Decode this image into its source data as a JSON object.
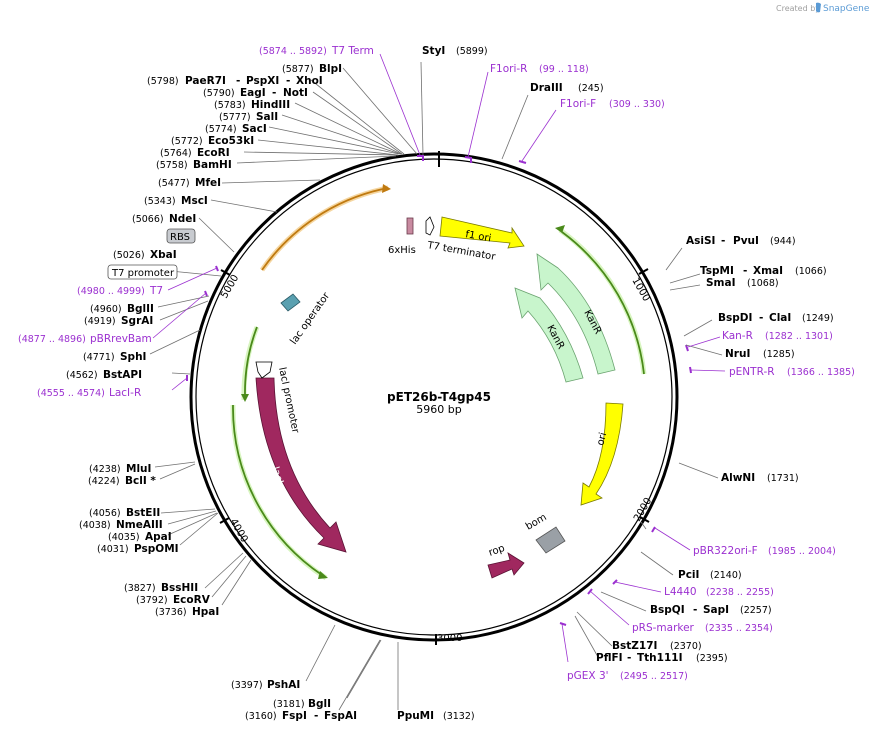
{
  "plasmid": {
    "name": "pET26b-T4gp45",
    "length_label": "5960 bp",
    "length_bp": 5960
  },
  "credit": {
    "prefix": "Created by",
    "brand": "SnapGene"
  },
  "ticks": [
    "1000",
    "2000",
    "3000",
    "4000",
    "5000"
  ],
  "sites": [
    {
      "name": "StyI",
      "pos": "(5899)"
    },
    {
      "name": "DraIII",
      "pos": "(245)"
    },
    {
      "name": "AsiSI",
      "name2": "PvuI",
      "pos": "(944)"
    },
    {
      "name": "TspMI",
      "name2": "XmaI",
      "pos": "(1066)"
    },
    {
      "name": "SmaI",
      "pos": "(1068)"
    },
    {
      "name": "BspDI",
      "name2": "ClaI",
      "pos": "(1249)"
    },
    {
      "name": "NruI",
      "pos": "(1285)"
    },
    {
      "name": "AlwNI",
      "pos": "(1731)"
    },
    {
      "name": "PciI",
      "pos": "(2140)"
    },
    {
      "name": "BspQI",
      "name2": "SapI",
      "pos": "(2257)"
    },
    {
      "name": "BstZ17I",
      "pos": "(2370)"
    },
    {
      "name": "PflFI",
      "name2": "Tth111I",
      "pos": "(2395)"
    },
    {
      "name": "PpuMI",
      "pos": "(3132)"
    },
    {
      "name": "BglI",
      "pos": "(3181)"
    },
    {
      "name": "FspI",
      "name2": "FspAI",
      "pos": "(3160)"
    },
    {
      "name": "PshAI",
      "pos": "(3397)"
    },
    {
      "name": "HpaI",
      "pos": "(3736)"
    },
    {
      "name": "EcoRV",
      "pos": "(3792)"
    },
    {
      "name": "BssHII",
      "pos": "(3827)"
    },
    {
      "name": "PspOMI",
      "pos": "(4031)"
    },
    {
      "name": "ApaI",
      "pos": "(4035)"
    },
    {
      "name": "NmeAIII",
      "pos": "(4038)"
    },
    {
      "name": "BstEII",
      "pos": "(4056)"
    },
    {
      "name": "BclI *",
      "pos": "(4224)"
    },
    {
      "name": "MluI",
      "pos": "(4238)"
    },
    {
      "name": "BstAPI",
      "pos": "(4562)"
    },
    {
      "name": "SphI",
      "pos": "(4771)"
    },
    {
      "name": "SgrAI",
      "pos": "(4919)"
    },
    {
      "name": "BglII",
      "pos": "(4960)"
    },
    {
      "name": "XbaI",
      "pos": "(5026)"
    },
    {
      "name": "NdeI",
      "pos": "(5066)"
    },
    {
      "name": "MscI",
      "pos": "(5343)"
    },
    {
      "name": "MfeI",
      "pos": "(5477)"
    },
    {
      "name": "BamHI",
      "pos": "(5758)"
    },
    {
      "name": "EcoRI",
      "pos": "(5764)"
    },
    {
      "name": "Eco53kI",
      "pos": "(5772)"
    },
    {
      "name": "SacI",
      "pos": "(5774)"
    },
    {
      "name": "SalI",
      "pos": "(5777)"
    },
    {
      "name": "HindIII",
      "pos": "(5783)"
    },
    {
      "name": "EagI",
      "name2": "NotI",
      "pos": "(5790)"
    },
    {
      "name": "PaeR7I",
      "name2": "PspXI",
      "name3": "XhoI",
      "pos": "(5798)"
    },
    {
      "name": "BlpI",
      "pos": "(5877)"
    }
  ],
  "primers": [
    {
      "name": "T7 Term",
      "range": "(5874 .. 5892)"
    },
    {
      "name": "F1ori-R",
      "range": "(99 .. 118)"
    },
    {
      "name": "F1ori-F",
      "range": "(309 .. 330)"
    },
    {
      "name": "Kan-R",
      "range": "(1282 .. 1301)"
    },
    {
      "name": "pENTR-R",
      "range": "(1366 .. 1385)"
    },
    {
      "name": "pBR322ori-F",
      "range": "(1985 .. 2004)"
    },
    {
      "name": "L4440",
      "range": "(2238 .. 2255)"
    },
    {
      "name": "pRS-marker",
      "range": "(2335 .. 2354)"
    },
    {
      "name": "pGEX 3'",
      "range": "(2495 .. 2517)"
    },
    {
      "name": "LacI-R",
      "range": "(4555 .. 4574)"
    },
    {
      "name": "pBRrevBam",
      "range": "(4877 .. 4896)"
    },
    {
      "name": "T7",
      "range": "(4980 .. 4999)"
    }
  ],
  "boxed_labels": {
    "rbs": "RBS",
    "t7_promoter": "T7 promoter"
  },
  "features": {
    "f1_ori": "f1 ori",
    "kanr_outer": "KanR",
    "kanr_inner": "KanR",
    "ori": "ori",
    "bom": "bom",
    "rop": "rop",
    "laci": "lacI",
    "laci_promoter": "lacI promoter",
    "lac_operator": "lac operator",
    "his_tag": "6xHis",
    "t7_terminator": "T7 terminator"
  },
  "colors": {
    "backbone": "#000000",
    "primer": "#9b30d0",
    "f1_ori": "#ffff00",
    "ori": "#ffff00",
    "kanr": "#c8f5cc",
    "laci": "#a0285f",
    "rop": "#a0285f",
    "bom": "#9aa0a6",
    "orf_line_green": "#4a8a1a",
    "orf_line_orange": "#c07a10"
  }
}
